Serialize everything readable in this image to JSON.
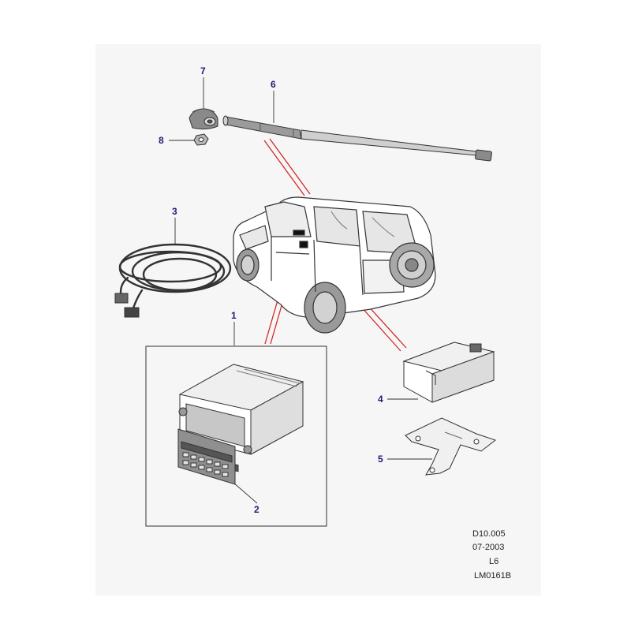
{
  "callouts": [
    {
      "id": "1",
      "part": "radio"
    },
    {
      "id": "2",
      "part": "radio-front-panel"
    },
    {
      "id": "3",
      "part": "antenna-cable"
    },
    {
      "id": "4",
      "part": "module"
    },
    {
      "id": "5",
      "part": "bracket"
    },
    {
      "id": "6",
      "part": "antenna-mast"
    },
    {
      "id": "7",
      "part": "antenna-base"
    },
    {
      "id": "8",
      "part": "nut"
    }
  ],
  "reference": {
    "code": "D10.005",
    "date": "07-2003",
    "level": "L6",
    "drawing": "LM0161B"
  },
  "colors": {
    "background": "#f6f6f6",
    "callout_text": "#1d1d74",
    "leader_red": "#d42a2a",
    "line_art": "#333333"
  }
}
